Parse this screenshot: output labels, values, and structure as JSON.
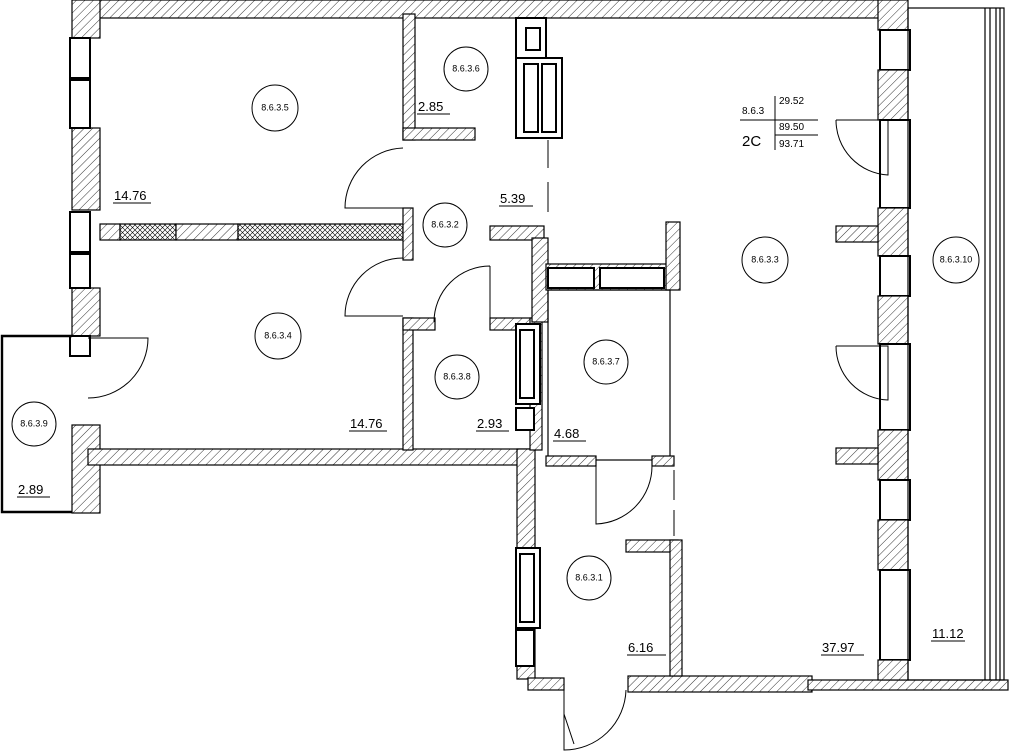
{
  "apartment": {
    "id": "8.6.3",
    "type": "2С",
    "areas": [
      "29.52",
      "89.50",
      "93.71"
    ]
  },
  "rooms": [
    {
      "tag": "8.6.3.1",
      "area": "6.16"
    },
    {
      "tag": "8.6.3.2",
      "area": "5.39"
    },
    {
      "tag": "8.6.3.3",
      "area": "37.97"
    },
    {
      "tag": "8.6.3.4",
      "area": "14.76"
    },
    {
      "tag": "8.6.3.5",
      "area": "14.76"
    },
    {
      "tag": "8.6.3.6",
      "area": "2.85"
    },
    {
      "tag": "8.6.3.7",
      "area": "4.68"
    },
    {
      "tag": "8.6.3.8",
      "area": "2.93"
    },
    {
      "tag": "8.6.3.9",
      "area": "2.89"
    },
    {
      "tag": "8.6.3.10",
      "area": "11.12"
    }
  ]
}
